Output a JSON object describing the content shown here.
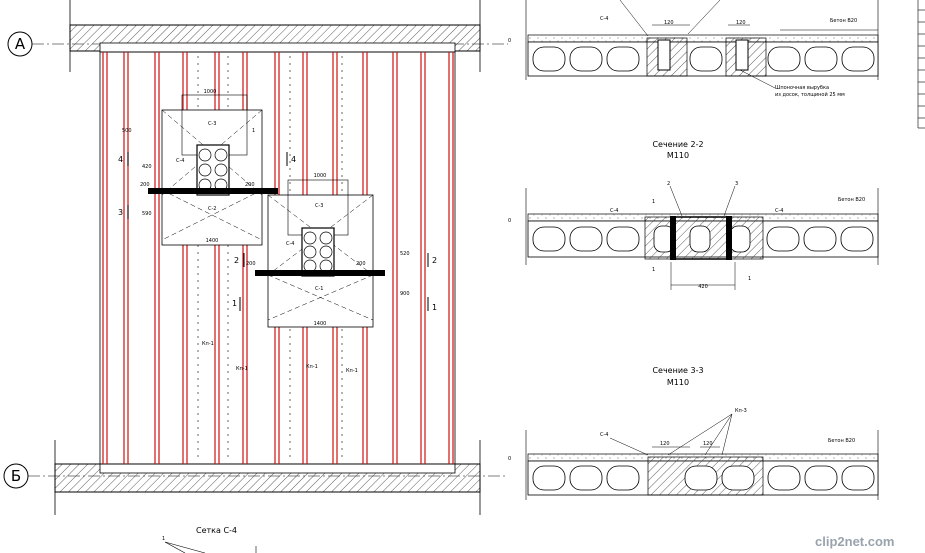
{
  "axes": {
    "a": "А",
    "b": "Б"
  },
  "plan": {
    "dims_1": [
      "1000",
      "500",
      "1400",
      "420",
      "590",
      "200",
      "200"
    ],
    "dims_2": [
      "1000",
      "1400",
      "200",
      "200",
      "520",
      "900"
    ],
    "marks": {
      "s3": "С-3",
      "s4": "С-4",
      "s2": "С-2",
      "s1": "С-1",
      "kp1a": "Кп-1",
      "kp1b": "Кп-1",
      "kp1c": "Кп-1",
      "kp1d": "Кп-1",
      "n1": "1"
    },
    "section_nums": {
      "s4": "4",
      "s3": "3",
      "s2": "2",
      "s1": "1"
    }
  },
  "sections": {
    "sec1": {
      "mark": "С-4",
      "concrete": "Бетон В20",
      "note_line1": "Шпоночная вырубка",
      "note_line2": "из досок, толщиной 25 мм",
      "d1": "120",
      "d2": "120",
      "lvl": "0"
    },
    "sec2": {
      "title": "Сечение 2-2",
      "subtitle": "М110",
      "mark_l": "С-4",
      "mark_r": "С-4",
      "concrete": "Бетон В20",
      "d": "420",
      "n1": "1",
      "n2": "2",
      "n3": "3",
      "lvl": "0"
    },
    "sec3": {
      "title": "Сечение 3-3",
      "subtitle": "М110",
      "mark": "С-4",
      "kp": "Кп-3",
      "concrete": "Бетон В20",
      "d1": "120",
      "d2": "120",
      "lvl": "0"
    }
  },
  "bottom": {
    "mesh_title": "Сетка С-4",
    "n1": "1"
  },
  "watermark": "clip2net.com"
}
